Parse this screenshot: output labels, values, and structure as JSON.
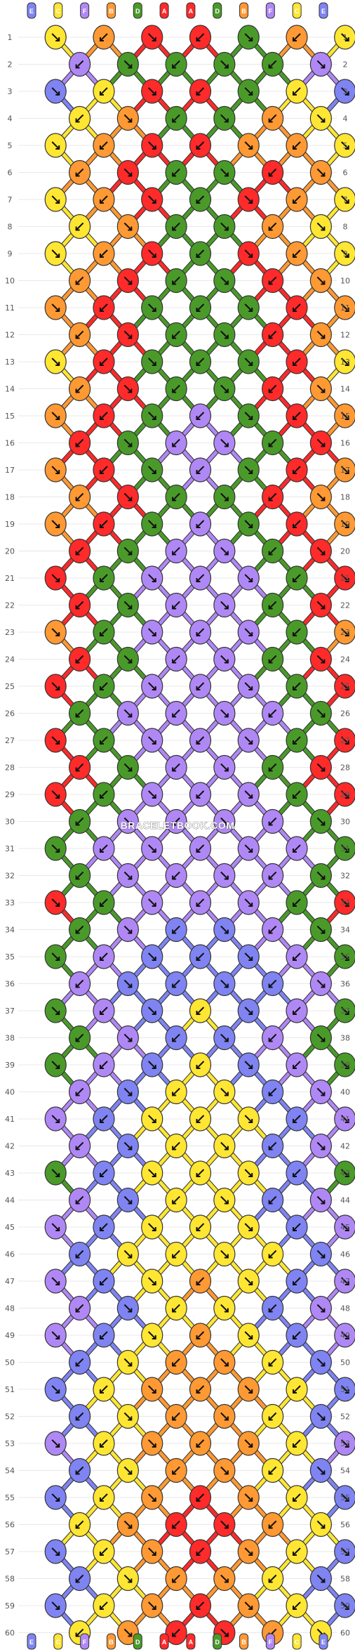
{
  "pattern": {
    "rows": 60,
    "knots_odd_row": 7,
    "knots_even_row": 6,
    "watermark": "BRACELETBOOK.COM",
    "watermark_row": 30,
    "top_string_letters": [
      "E",
      "C",
      "F",
      "B",
      "D",
      "A",
      "A",
      "D",
      "B",
      "F",
      "C",
      "E"
    ],
    "bottom_string_letters": [
      "E",
      "C",
      "F",
      "B",
      "D",
      "A",
      "A",
      "D",
      "B",
      "F",
      "C",
      "E"
    ],
    "string_colors": {
      "A": "#ff2a2a",
      "B": "#ff9933",
      "C": "#ffe633",
      "D": "#4a9a2a",
      "E": "#7f84f2",
      "F": "#b088f5"
    },
    "row_colors": [
      "CBAADBC",
      "FDDDDF",
      "ECAADCE",
      "CBDDBC",
      "CBAABBC",
      "BADDAB",
      "CBADABC",
      "CBDDBC",
      "CBADABC",
      "BADDAB",
      "BADDDAB",
      "BADDAB",
      "CADDDAC",
      "BADDAB",
      "BADFDAB",
      "ADFFDA",
      "BADFDAB",
      "BADDAB",
      "BADFDAB",
      "ADFFDA",
      "ADFFFDA",
      "ADFFDA",
      "BDFFFDB",
      "ADFFDA",
      "ADFFFDA",
      "DFFFFD",
      "ADFFFDA",
      "ADFFDA",
      "ADFFFDA",
      "DFFFFD",
      "DFFFFFD",
      "DFFFFD",
      "ADFFFDA",
      "DFEEFD",
      "DFEEEFD",
      "FEEEEF",
      "DFECEFD",
      "DFEEFD",
      "DFECEFD",
      "FECCEF",
      "FECCCEF",
      "FECCEF",
      "DECCCED",
      "FECCEF",
      "FECCCEF",
      "ECCCCE",
      "FECBCEF",
      "FECCEF",
      "FECBCEF",
      "ECBBCE",
      "ECBBBCE",
      "ECBBCE",
      "FCBBBCF",
      "ECBBCE",
      "ECBABCE",
      "CBAABC",
      "ECBABCE",
      "ECBBCE",
      "ECBABCE",
      "CBAABC"
    ]
  }
}
